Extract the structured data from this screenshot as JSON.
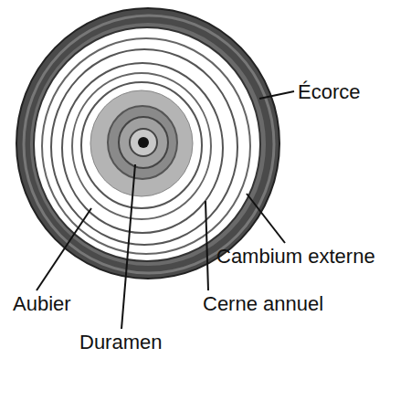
{
  "diagram": {
    "labels": [
      "Écorce",
      "Cambium externe",
      "Aubier",
      "Cerne annuel",
      "Duramen"
    ]
  }
}
